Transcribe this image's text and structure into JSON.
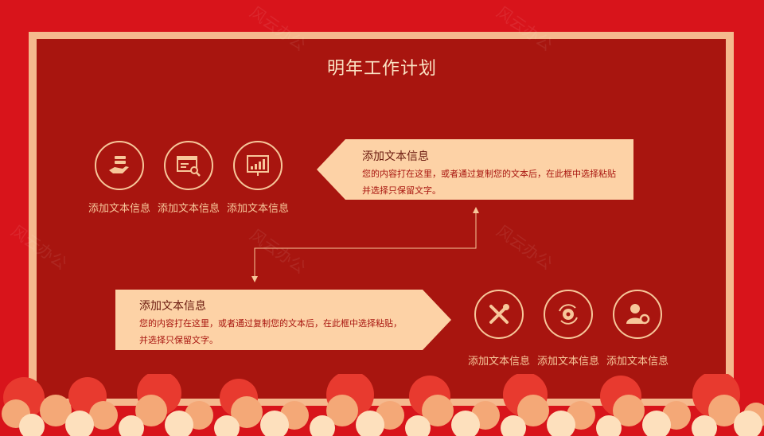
{
  "title": "明年工作计划",
  "watermark": "风云办公",
  "top_icons": [
    {
      "label": "添加文本信息",
      "icon": "hand-money-icon"
    },
    {
      "label": "添加文本信息",
      "icon": "search-window-icon"
    },
    {
      "label": "添加文本信息",
      "icon": "chart-board-icon"
    }
  ],
  "bottom_icons": [
    {
      "label": "添加文本信息",
      "icon": "tools-icon"
    },
    {
      "label": "添加文本信息",
      "icon": "gear-refresh-icon"
    },
    {
      "label": "添加文本信息",
      "icon": "user-gear-icon"
    }
  ],
  "card_top": {
    "heading": "添加文本信息",
    "line1": "您的内容打在这里，或者通过复制您的文本后，在此框中选择粘贴",
    "line2": "并选择只保留文字。"
  },
  "card_bottom": {
    "heading": "添加文本信息",
    "line1": "您的内容打在这里，或者通过复制您的文本后，在此框中选择粘贴，",
    "line2": "并选择只保留文字。"
  },
  "colors": {
    "outer": "#d8141b",
    "frame": "#f5b98e",
    "inner": "#a8150f",
    "card": "#fdd2a6",
    "accent": "#f7c79a"
  }
}
